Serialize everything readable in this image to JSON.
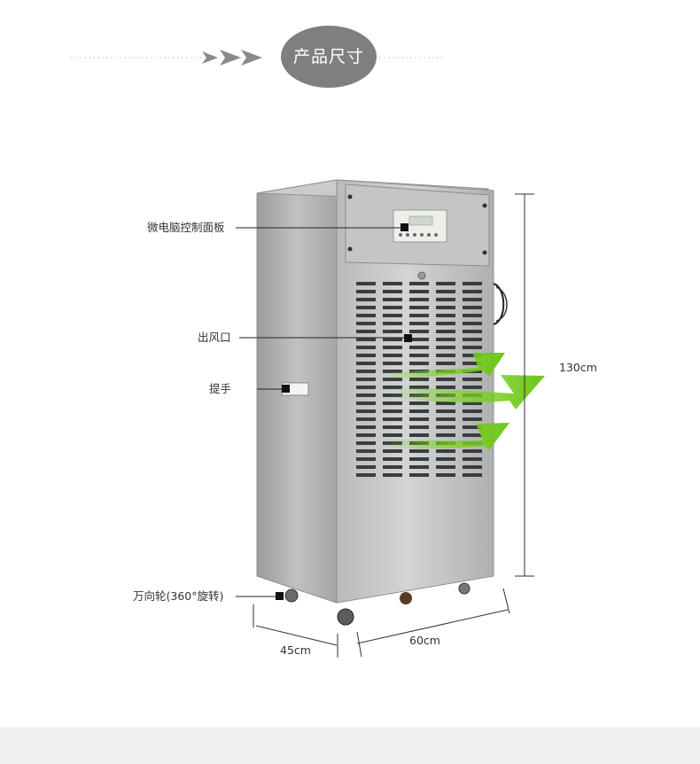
{
  "header": {
    "title": "产品尺寸"
  },
  "callouts": {
    "control_panel": "微电脑控制面板",
    "air_outlet": "出风口",
    "handle": "提手",
    "caster": "万向轮(360°旋转)"
  },
  "dimensions": {
    "height": "130cm",
    "depth": "45cm",
    "width": "60cm"
  },
  "colors": {
    "pill": "#7f7f7f",
    "arrows": "#7dd321",
    "steel": "#b4b6b8",
    "footer": "#f0f0f0"
  }
}
